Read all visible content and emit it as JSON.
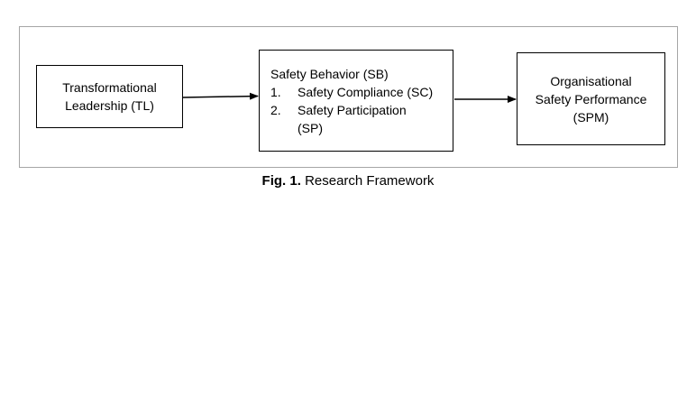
{
  "diagram": {
    "left_box": {
      "lines": [
        "Transformational",
        "Leadership (TL)"
      ]
    },
    "middle_box": {
      "title": "Safety Behavior (SB)",
      "items": [
        {
          "number": "1.",
          "text": "Safety Compliance (SC)"
        },
        {
          "number": "2.",
          "text": "Safety Participation"
        },
        {
          "number": "",
          "text": "(SP)"
        }
      ]
    },
    "right_box": {
      "lines": [
        "Organisational",
        "Safety Performance",
        "(SPM)"
      ]
    }
  },
  "caption": {
    "label": "Fig. 1.",
    "text": "Research Framework"
  }
}
